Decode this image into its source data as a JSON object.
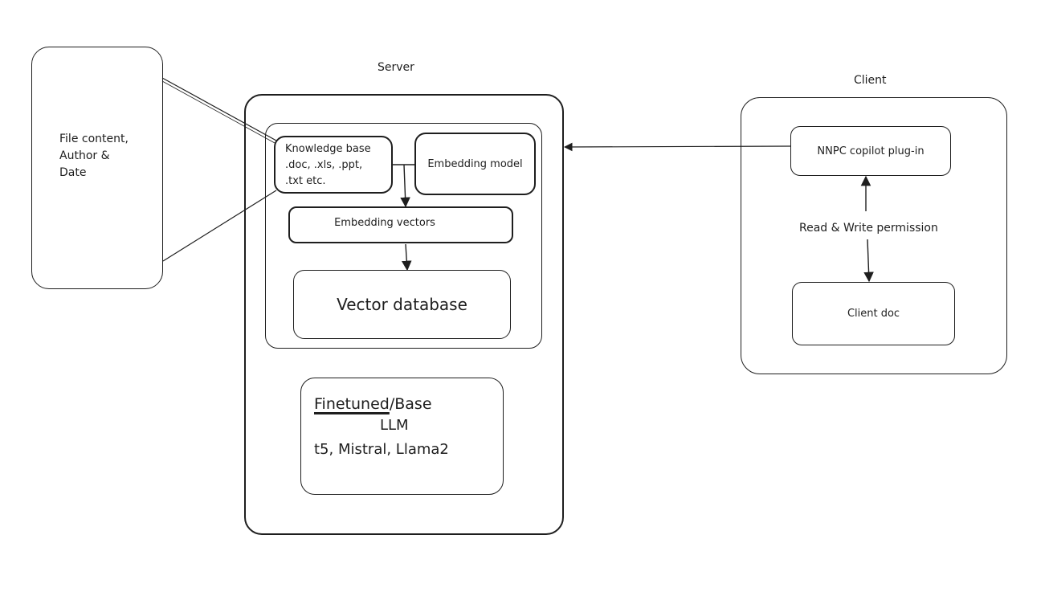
{
  "labels": {
    "server": "Server",
    "client": "Client"
  },
  "file_note": {
    "line1": "File content,",
    "line2": "Author &",
    "line3": "Date"
  },
  "knowledge_base": {
    "line1": "Knowledge base",
    "line2": ".doc, .xls, .ppt,",
    "line3": ".txt etc."
  },
  "embedding_model": "Embedding model",
  "embedding_vectors": "Embedding vectors",
  "vector_database": "Vector database",
  "llm": {
    "finetuned": "Finetuned",
    "slash_base": "/Base",
    "llm": "LLM",
    "models": "t5, Mistral, Llama2"
  },
  "plugin": "NNPC copilot plug-in",
  "permission": "Read & Write permission",
  "client_doc": "Client doc",
  "colors": {
    "stroke": "#1e1e1e",
    "background": "#ffffff"
  }
}
